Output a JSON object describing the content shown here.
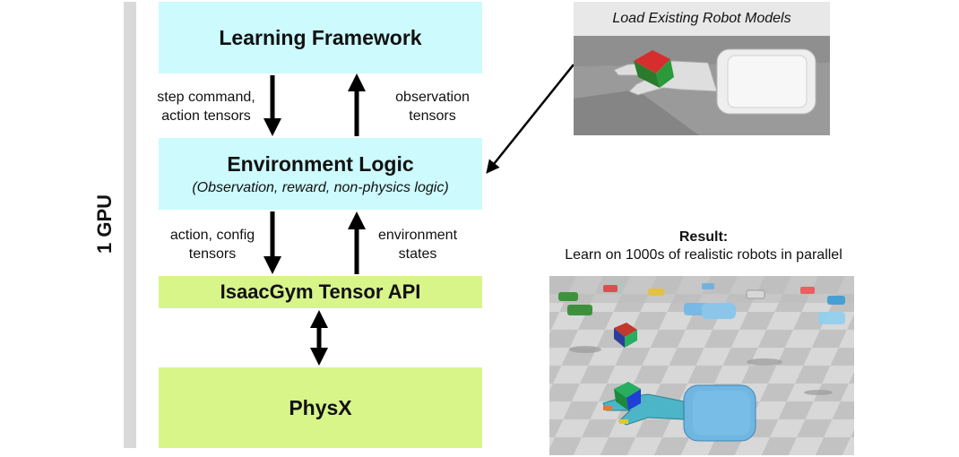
{
  "side_label": "1 GPU",
  "blocks": {
    "learning": "Learning Framework",
    "environment": "Environment Logic",
    "environment_sub": "(Observation, reward, non-physics logic)",
    "tensor_api": "IsaacGym Tensor API",
    "physx": "PhysX"
  },
  "edge_labels": {
    "step_command": [
      "step command,",
      "action tensors"
    ],
    "observation": [
      "observation",
      "tensors"
    ],
    "action_config": [
      "action, config",
      "tensors"
    ],
    "env_states": [
      "environment",
      "states"
    ]
  },
  "robot_models": {
    "title": "Load Existing Robot Models"
  },
  "result": {
    "title": "Result:",
    "subtitle": "Learn on 1000s of realistic robots in parallel"
  },
  "colors": {
    "cyan": "#ccfafd",
    "green": "#d8f58a",
    "gpu_bar": "#d9d9d9"
  }
}
